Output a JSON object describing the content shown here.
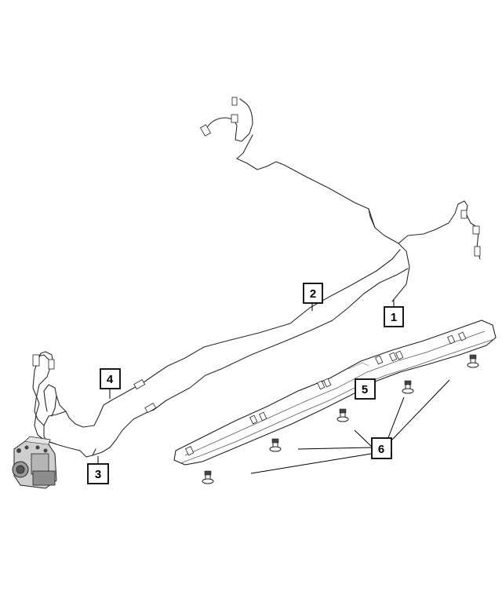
{
  "callouts": [
    {
      "id": "1",
      "label": "1"
    },
    {
      "id": "2",
      "label": "2"
    },
    {
      "id": "3",
      "label": "3"
    },
    {
      "id": "4",
      "label": "4"
    },
    {
      "id": "5",
      "label": "5"
    },
    {
      "id": "6",
      "label": "6"
    }
  ],
  "colors": {
    "line": "#000000",
    "background": "#ffffff"
  },
  "icons": [
    "abs-module-icon",
    "brake-line-icon",
    "shield-icon",
    "bolt-icon"
  ]
}
